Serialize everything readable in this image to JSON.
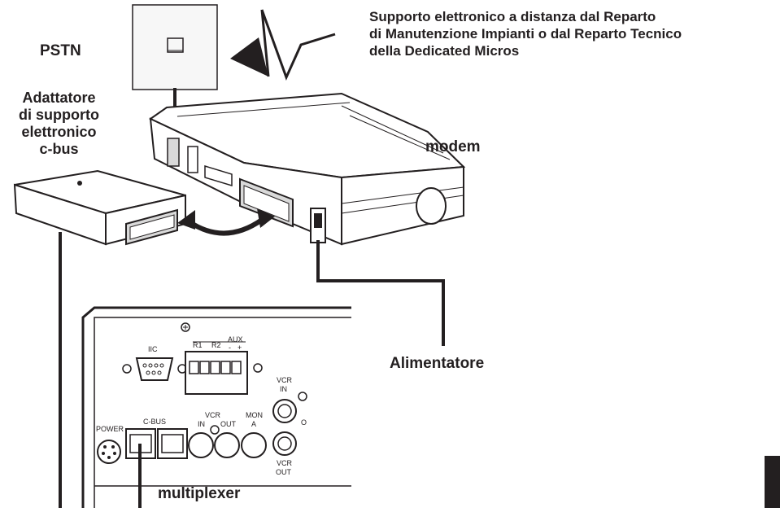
{
  "labels": {
    "pstn": "PSTN",
    "remote_support_line1": "Supporto elettronico a distanza dal Reparto",
    "remote_support_line2": "di Manutenzione Impianti o dal Reparto Tecnico",
    "remote_support_line3": "della Dedicated Micros",
    "adapter_line1": "Adattatore",
    "adapter_line2": "di supporto",
    "adapter_line3": "elettronico",
    "adapter_line4": "c-bus",
    "modem": "modem",
    "power_supply": "Alimentatore",
    "multiplexer": "multiplexer"
  },
  "panel_labels": {
    "iic": "IIC",
    "r1": "R1",
    "r2": "R2",
    "aux": "AUX",
    "aux_minus": "-",
    "aux_plus": "+",
    "c_bus": "C-BUS",
    "power": "POWER",
    "vcr_mid": "VCR",
    "in_mid": "IN",
    "out_mid": "OUT",
    "mon": "MON",
    "mon_a": "A",
    "vcr_in_top": "VCR",
    "vcr_in_bottom": "IN",
    "o_mark": "O",
    "vcr_out_top": "VCR",
    "vcr_out_bottom": "OUT"
  },
  "colors": {
    "ink": "#231f20",
    "paper": "#ffffff",
    "shade": "#d9d9d9",
    "dark_shade": "#8c8c8c"
  }
}
